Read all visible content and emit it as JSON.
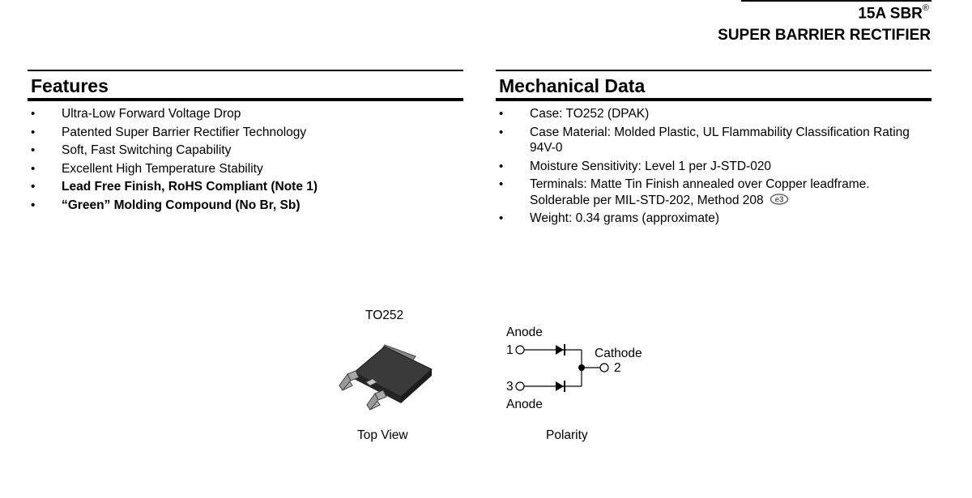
{
  "header": {
    "title": "15A SBR",
    "title_mark": "®",
    "subtitle": "SUPER BARRIER RECTIFIER"
  },
  "features": {
    "heading": "Features",
    "items": [
      {
        "text": "Ultra-Low Forward Voltage Drop",
        "bold": false
      },
      {
        "text": "Patented Super Barrier Rectifier Technology",
        "bold": false
      },
      {
        "text": "Soft, Fast Switching Capability",
        "bold": false
      },
      {
        "text": "Excellent High Temperature Stability",
        "bold": false
      },
      {
        "text": "Lead Free Finish, RoHS Compliant (Note 1)",
        "bold": true
      },
      {
        "text": "“Green” Molding Compound (No Br, Sb)",
        "bold": true
      }
    ]
  },
  "mechanical": {
    "heading": "Mechanical Data",
    "items": [
      {
        "text": "Case: TO252 (DPAK)"
      },
      {
        "text": "Case Material: Molded Plastic, UL Flammability Classification Rating 94V-0"
      },
      {
        "text": "Moisture Sensitivity: Level 1 per J-STD-020"
      },
      {
        "text": "Terminals: Matte Tin Finish annealed over Copper leadframe. Solderable per MIL-STD-202, Method 208"
      },
      {
        "text": "Weight: 0.34 grams (approximate)"
      }
    ],
    "e3_mark": "e3"
  },
  "package": {
    "name": "TO252",
    "caption": "Top View"
  },
  "polarity": {
    "caption": "Polarity",
    "anode_top": "Anode",
    "anode_bottom": "Anode",
    "cathode": "Cathode",
    "pin1": "1",
    "pin2": "2",
    "pin3": "3"
  }
}
